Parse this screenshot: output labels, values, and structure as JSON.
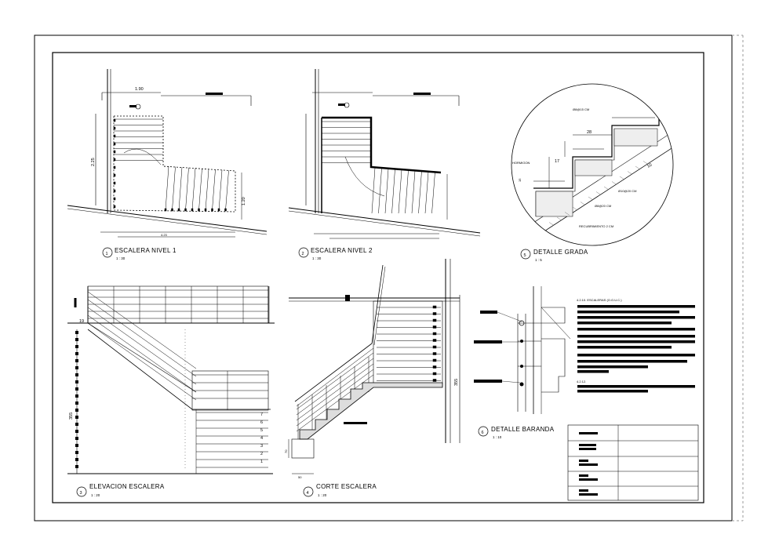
{
  "views": [
    {
      "num": "1",
      "title": "ESCALERA NIVEL 1",
      "scale": "1 : 30"
    },
    {
      "num": "2",
      "title": "ESCALERA NIVEL 2",
      "scale": "1 : 30"
    },
    {
      "num": "5",
      "title": "DETALLE GRADA",
      "scale": "1 : 5"
    },
    {
      "num": "3",
      "title": "ELEVACION ESCALERA",
      "scale": "1 : 20"
    },
    {
      "num": "4",
      "title": "CORTE ESCALERA",
      "scale": "1 : 20"
    },
    {
      "num": "6",
      "title": "DETALLE BARANDA",
      "scale": "1 : 10"
    }
  ],
  "plan_dims": {
    "width_top": "1.90",
    "length": "4.23",
    "height_left": "2.25",
    "height_right": "1.20"
  },
  "detalle_grada": {
    "material": "HORMIGON",
    "bars_top": "Ø8@15 CM",
    "step_tread": "28",
    "riser": "17",
    "slab_thickness": "15",
    "slab_slope": "10",
    "bars_mid": "Ø10@20 CM",
    "bars_low": "Ø8@20 CM",
    "coating": "RECUBRIMIENTO 2 CM"
  },
  "elevation": {
    "total_height": "355",
    "top_step": "19",
    "steps": [
      "7",
      "6",
      "5",
      "4",
      "3",
      "2",
      "1"
    ]
  },
  "section": {
    "total_height": "355",
    "base_height": "70",
    "base_width": "50"
  },
  "notes": {
    "heading": "4.2.10. ESCALERAS (O.G.U.C.)",
    "subheading": "4.2.12."
  }
}
